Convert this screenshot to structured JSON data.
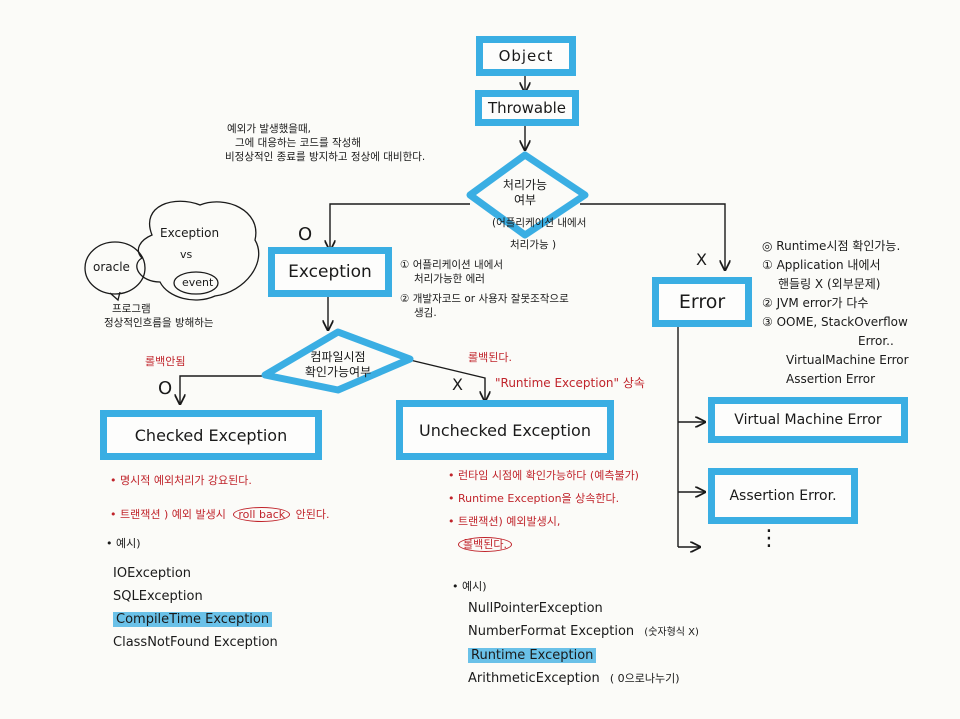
{
  "nodes": {
    "object": "Object",
    "throwable": "Throwable",
    "exception": "Exception",
    "error": "Error",
    "checked": "Checked Exception",
    "unchecked": "Unchecked Exception",
    "vm_error": "Virtual Machine Error",
    "assertion_error": "Assertion Error."
  },
  "decision1": {
    "line1": "처리가능",
    "line2": "여부",
    "sub1": "(어플리케이션 내에서",
    "sub2": "처리가능 )"
  },
  "decision2": {
    "line1": "컴파일시점",
    "line2": "확인가능여부"
  },
  "branch": {
    "yes": "O",
    "no": "X",
    "rollback_none": "롤백안됨",
    "rollback_yes": "롤백된다.",
    "runtime_inherit": "\"Runtime Exception\" 상속"
  },
  "throwable_note": [
    "예외가 발생했을때,",
    "그에 대응하는 코드를 작성해",
    "비정상적인 종료를 방지하고 정상에 대비한다."
  ],
  "exception_note": [
    "① 어플리케이션 내에서",
    "처리가능한 에러",
    "② 개발자코드 or 사용자 잘못조작으로",
    "생김."
  ],
  "oracle_sketch": {
    "oracle": "oracle",
    "exception": "Exception",
    "vs": "vs",
    "event": "event",
    "note1": "프로그램",
    "note2": "정상적인흐름을 방해하는"
  },
  "error_notes": [
    "◎ Runtime시점 확인가능.",
    "① Application 내에서",
    "핸들링 X (외부문제)",
    "② JVM error가 다수",
    "③ OOME, StackOverflow",
    "Error..",
    "VirtualMachine Error",
    "Assertion Error"
  ],
  "error_more": "⋮",
  "checked_notes": [
    "• 명시적 예외처리가 강요된다.",
    "• 트랜잭션 ) 예외 발생시",
    "roll back",
    "안된다."
  ],
  "checked_examples": {
    "label": "• 예시)",
    "items": [
      "IOException",
      "SQLException",
      "CompileTime Exception",
      "ClassNotFound Exception"
    ]
  },
  "unchecked_notes": [
    "• 런타임 시점에 확인가능하다 (예측불가)",
    "• Runtime Exception을 상속한다.",
    "• 트랜잭션) 예외발생시,",
    "롤백된다."
  ],
  "unchecked_examples": {
    "label": "• 예시)",
    "items": [
      "NullPointerException",
      "NumberFormat Exception",
      "(숫자형식 X)",
      "Runtime Exception",
      "ArithmeticException",
      "( 0으로나누기)"
    ]
  },
  "colors": {
    "box_border": "#3aaee3",
    "ink": "#1a1a1a",
    "red_ink": "#c0242b",
    "highlight": "#3aaee3"
  }
}
